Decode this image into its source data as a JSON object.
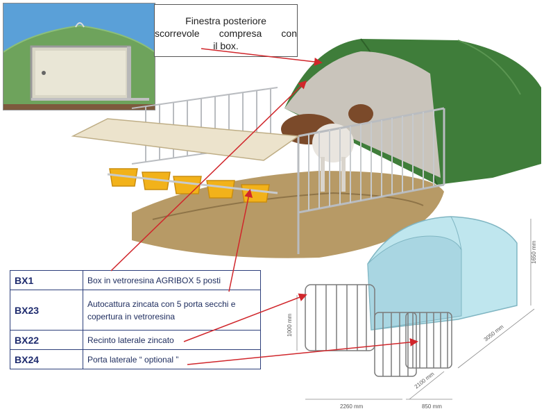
{
  "inset": {
    "caption_line1": "Finestra posteriore",
    "caption_line2a": "scorrevole",
    "caption_line2b": "compresa",
    "caption_line2c": "con",
    "caption_line3": "il box."
  },
  "table": {
    "rows": [
      {
        "code": "BX1",
        "desc_line1": "Box in vetroresina AGRIBOX 5 posti",
        "desc_line2": ""
      },
      {
        "code": "BX23",
        "desc_line1": "Autocattura zincata con 5 porta secchi e",
        "desc_line2": "copertura in vetroresina"
      },
      {
        "code": "BX22",
        "desc_line1": "Recinto laterale zincato",
        "desc_line2": ""
      },
      {
        "code": "BX24",
        "desc_line1": "Porta laterale “ optional ”",
        "desc_line2": ""
      }
    ]
  },
  "dimensions": {
    "height_box": "1650 mm",
    "height_fence": "1000 mm",
    "depth_box": "3050 mm",
    "depth_fence": "2100 mm",
    "width_fence": "2260 mm",
    "width_door": "850 mm"
  },
  "colors": {
    "shelter_green": "#3f7d3a",
    "bucket_yellow": "#f2b21a",
    "arrow_red": "#d0262b",
    "table_blue": "#1e2b6e",
    "diagram_blue": "#bfe6ee"
  }
}
